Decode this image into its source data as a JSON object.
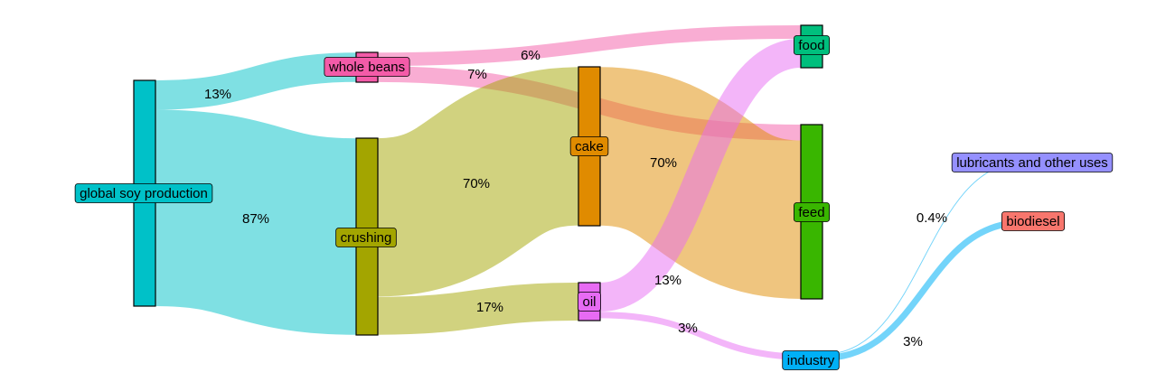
{
  "chart_data": {
    "type": "sankey",
    "nodes": [
      {
        "id": "global",
        "label": "global soy production",
        "color": "#00C1C8"
      },
      {
        "id": "beans",
        "label": "whole beans",
        "color": "#F35BA8"
      },
      {
        "id": "crushing",
        "label": "crushing",
        "color": "#A3A500"
      },
      {
        "id": "cake",
        "label": "cake",
        "color": "#E08B00"
      },
      {
        "id": "oil",
        "label": "oil",
        "color": "#E76BF3"
      },
      {
        "id": "food",
        "label": "food",
        "color": "#00BF7D"
      },
      {
        "id": "feed",
        "label": "feed",
        "color": "#39B600"
      },
      {
        "id": "industry",
        "label": "industry",
        "color": "#00B0F6"
      },
      {
        "id": "lubricants",
        "label": "lubricants and other uses",
        "color": "#9590FF"
      },
      {
        "id": "biodiesel",
        "label": "biodiesel",
        "color": "#F8766D"
      }
    ],
    "links": [
      {
        "source": "global",
        "target": "beans",
        "value": 13,
        "label": "13%"
      },
      {
        "source": "global",
        "target": "crushing",
        "value": 87,
        "label": "87%"
      },
      {
        "source": "beans",
        "target": "food",
        "value": 6,
        "label": "6%"
      },
      {
        "source": "beans",
        "target": "feed",
        "value": 7,
        "label": "7%"
      },
      {
        "source": "crushing",
        "target": "cake",
        "value": 70,
        "label": "70%"
      },
      {
        "source": "crushing",
        "target": "oil",
        "value": 17,
        "label": "17%"
      },
      {
        "source": "cake",
        "target": "feed",
        "value": 70,
        "label": "70%"
      },
      {
        "source": "oil",
        "target": "food",
        "value": 13,
        "label": "13%"
      },
      {
        "source": "oil",
        "target": "industry",
        "value": 3,
        "label": "3%"
      },
      {
        "source": "industry",
        "target": "lubricants",
        "value": 0.4,
        "label": "0.4%"
      },
      {
        "source": "industry",
        "target": "biodiesel",
        "value": 3,
        "label": "3%"
      }
    ]
  }
}
